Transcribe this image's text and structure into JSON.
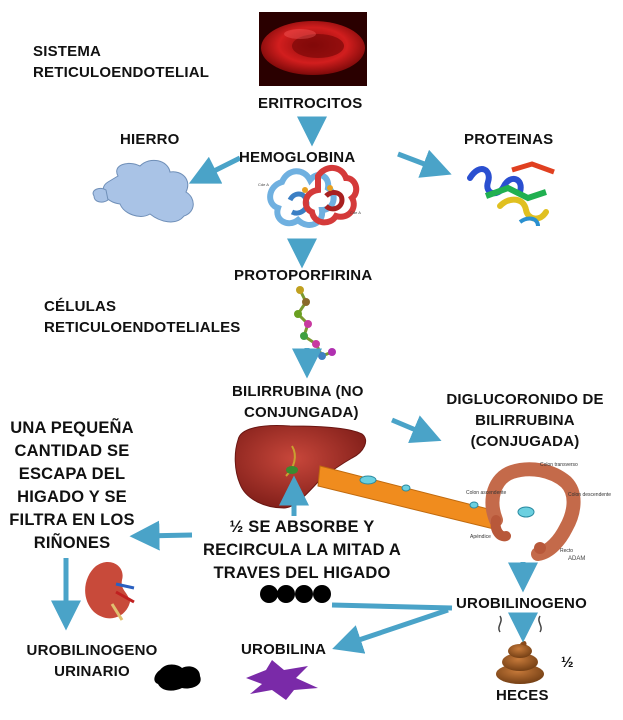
{
  "labels": {
    "sistema": [
      "SISTEMA",
      "RETICULOENDOTELIAL"
    ],
    "eritrocitos": "ERITROCITOS",
    "hierro": "HIERRO",
    "hemoglobina": "HEMOGLOBINA",
    "proteinas": "PROTEINAS",
    "protoporfirina": "PROTOPORFIRINA",
    "celulas": [
      "CÉLULAS",
      "RETICULOENDOTELIALES"
    ],
    "bilirrubina_no_conj": [
      "BILIRRUBINA (NO",
      "CONJUNGADA)"
    ],
    "diglucoronido": [
      "DIGLUCORONIDO DE",
      "BILIRRUBINA",
      "(CONJUGADA)"
    ],
    "una_pequena": [
      "UNA PEQUEÑA",
      "CANTIDAD SE",
      "ESCAPA DEL",
      "HIGADO Y SE",
      "FILTRA EN LOS",
      "RIÑONES"
    ],
    "absorbe": [
      "½ SE ABSORBE Y",
      "RECIRCULA LA MITAD A",
      "TRAVES DEL HIGADO"
    ],
    "urobilinogeno": "UROBILINOGENO",
    "urobilinogeno_urinario": [
      "UROBILINOGENO",
      "URINARIO"
    ],
    "urobilina": "UROBILINA",
    "heces": "HECES",
    "half": "½",
    "adam": "ADAM"
  },
  "colon_labels": [
    "Colon transverso",
    "Colon ascendente",
    "Colon descendente",
    "Apéndice",
    "Recto"
  ],
  "hemo_labels": [
    "Cde A",
    "Cde A"
  ],
  "colors": {
    "arrow": "#4aa3c8",
    "liver": "#a8322a",
    "bar": "#f08c1e",
    "urobilina_star": "#7a2aa8",
    "blob": "#000000",
    "iron": "#a9c3e6"
  }
}
